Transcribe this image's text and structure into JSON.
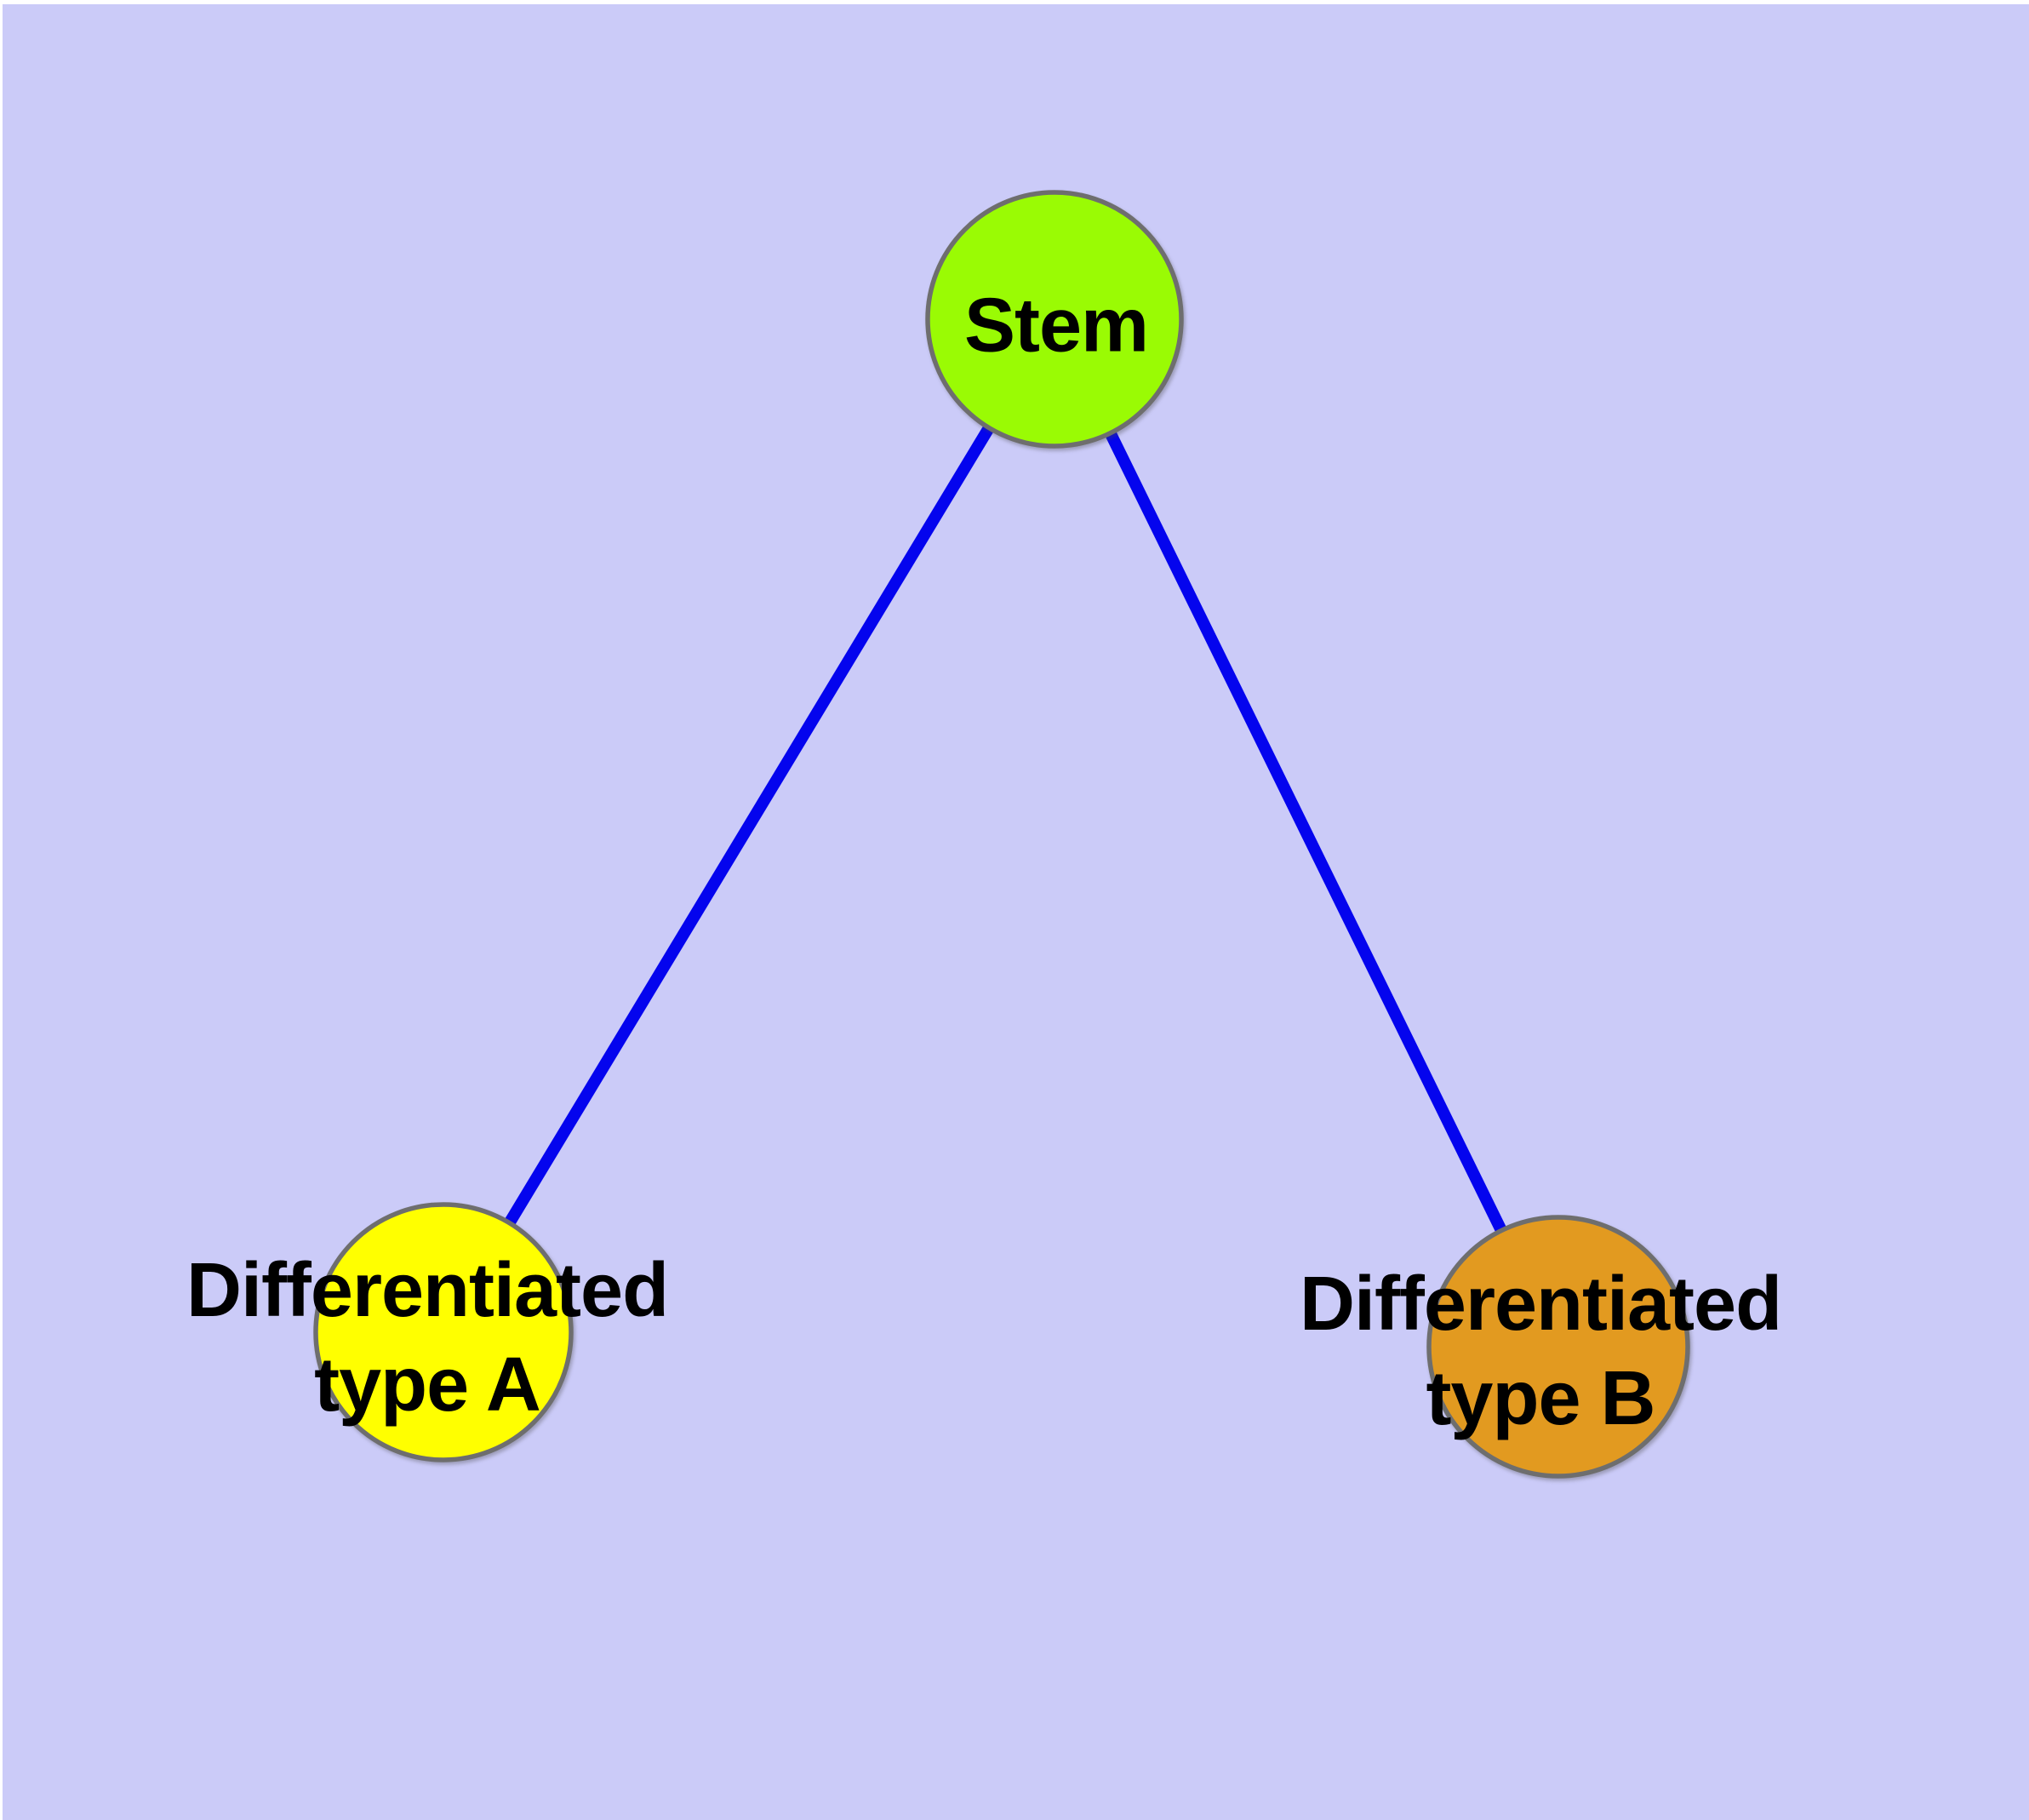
{
  "diagram": {
    "type": "node-link-graph",
    "background_color": "#cbcbf8",
    "edge_color": "#0404ee",
    "node_border_color": "#6e6e6e",
    "label_color": "#000000",
    "nodes": {
      "stem": {
        "label": "Stem",
        "fill_color": "#9afb04"
      },
      "type_a": {
        "label": "Differentiated\ntype A",
        "fill_color": "#ffff00"
      },
      "type_b": {
        "label": "Differentiated\ntype B",
        "fill_color": "#e29a20"
      }
    },
    "edges": [
      {
        "from": "Stem",
        "to": "Differentiated type A"
      },
      {
        "from": "Stem",
        "to": "Differentiated type B"
      }
    ]
  }
}
